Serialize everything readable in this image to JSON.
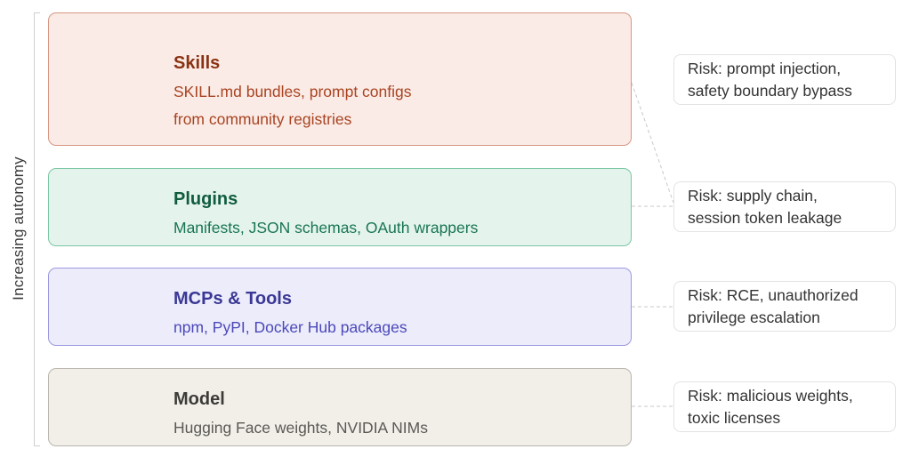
{
  "axis": {
    "label": "Increasing autonomy"
  },
  "layers": [
    {
      "id": "skills",
      "title": "Skills",
      "description": [
        "SKILL.md bundles, prompt configs",
        "from community registries"
      ],
      "colors": {
        "fill": "#fbebe6",
        "border": "#d69683",
        "title": "#8a3212",
        "text": "#a84422"
      }
    },
    {
      "id": "plugins",
      "title": "Plugins",
      "description": [
        "Manifests, JSON schemas, OAuth wrappers"
      ],
      "colors": {
        "fill": "#e4f4ec",
        "border": "#7cc6a3",
        "title": "#115c3f",
        "text": "#197553"
      }
    },
    {
      "id": "mcps-tools",
      "title": "MCPs & Tools",
      "description": [
        "npm, PyPI, Docker Hub packages"
      ],
      "colors": {
        "fill": "#ececfb",
        "border": "#9c98df",
        "title": "#3b3895",
        "text": "#4b48b9"
      }
    },
    {
      "id": "model",
      "title": "Model",
      "description": [
        "Hugging Face weights, NVIDIA NIMs"
      ],
      "colors": {
        "fill": "#f1efe8",
        "border": "#b9b6ad",
        "title": "#3c3b38",
        "text": "#5a5955"
      }
    }
  ],
  "risks": [
    {
      "id": "skills",
      "lines": [
        "Risk: prompt injection,",
        "safety boundary bypass"
      ]
    },
    {
      "id": "plugins",
      "lines": [
        "Risk: supply chain,",
        "session token leakage"
      ]
    },
    {
      "id": "mcps-tools",
      "lines": [
        "Risk: RCE, unauthorized",
        "privilege escalation"
      ]
    },
    {
      "id": "model",
      "lines": [
        "Risk: malicious weights,",
        "toxic licenses"
      ]
    }
  ],
  "connector_color": "#c9c9c9"
}
